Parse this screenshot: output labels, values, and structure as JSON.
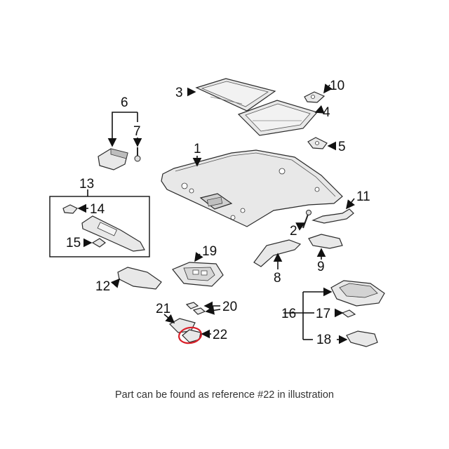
{
  "callouts": {
    "c1": "1",
    "c2": "2",
    "c3": "3",
    "c4": "4",
    "c5": "5",
    "c6": "6",
    "c7": "7",
    "c8": "8",
    "c9": "9",
    "c10": "10",
    "c11": "11",
    "c12": "12",
    "c13": "13",
    "c14": "14",
    "c15": "15",
    "c16": "16",
    "c17": "17",
    "c18": "18",
    "c19": "19",
    "c20": "20",
    "c21": "21",
    "c22": "22"
  },
  "highlight_color": "#d9202a",
  "caption": "Part can be found as reference #22 in illustration"
}
